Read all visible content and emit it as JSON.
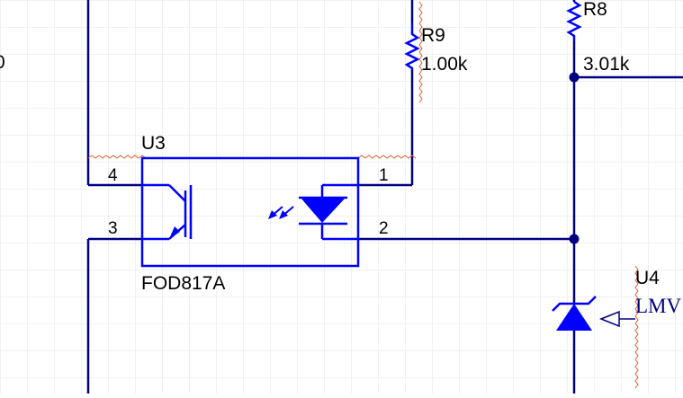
{
  "colors": {
    "background": "#ffffff",
    "grid": "#e3e3e3",
    "wire": "#000080",
    "component": "#0000ff",
    "junction": "#000080",
    "label": "#000000",
    "squiggle": "#e06030",
    "serif_text": "#000080"
  },
  "labels": {
    "left_edge_fragment": "0",
    "r8_designator": "R8",
    "r8_value": "3.01k",
    "r9_designator": "R9",
    "r9_value": "1.00k",
    "u3_designator": "U3",
    "u3_part": "FOD817A",
    "u4_designator": "U4",
    "u4_part_fragment": "LMV"
  },
  "pins": {
    "u3_pin1": "1",
    "u3_pin2": "2",
    "u3_pin3": "3",
    "u3_pin4": "4"
  }
}
